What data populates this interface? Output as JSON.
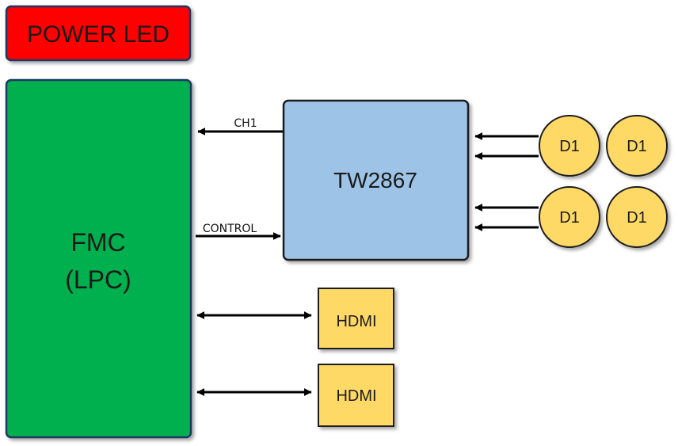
{
  "power_led": {
    "label": "POWER LED",
    "color": "#ff0000"
  },
  "fmc": {
    "line1": "FMC",
    "line2": "(LPC)",
    "color": "#00b050"
  },
  "tw2867": {
    "label": "TW2867",
    "color": "#9dc3e6"
  },
  "signals": {
    "ch1": "CH1",
    "control": "CONTROL"
  },
  "hdmi": [
    {
      "label": "HDMI"
    },
    {
      "label": "HDMI"
    }
  ],
  "inputs": [
    {
      "label": "D1"
    },
    {
      "label": "D1"
    },
    {
      "label": "D1"
    },
    {
      "label": "D1"
    }
  ],
  "colors": {
    "hdmi_fill": "#ffd966",
    "input_fill": "#ffd966",
    "border": "#1f1f1f"
  }
}
